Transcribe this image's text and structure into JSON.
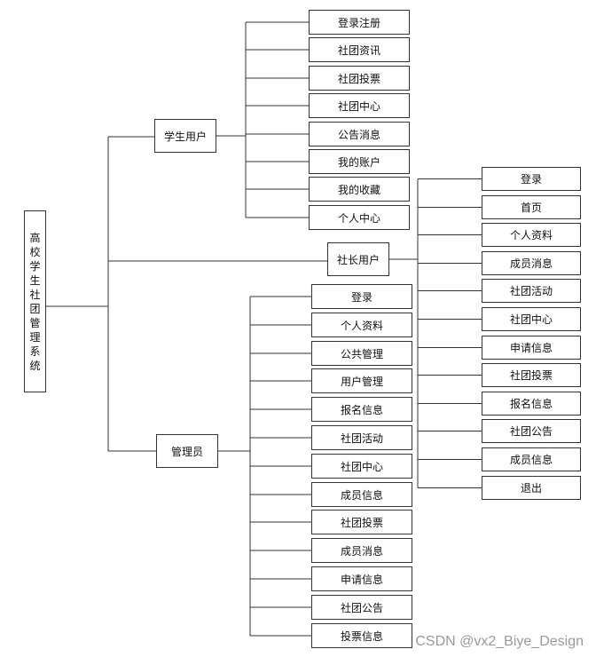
{
  "root": {
    "label": "高校学生社团管理系统"
  },
  "roles": {
    "student": {
      "label": "学生用户",
      "items": [
        "登录注册",
        "社团资讯",
        "社团投票",
        "社团中心",
        "公告消息",
        "我的账户",
        "我的收藏",
        "个人中心"
      ]
    },
    "leader": {
      "label": "社长用户",
      "items": [
        "登录",
        "首页",
        "个人资料",
        "成员消息",
        "社团活动",
        "社团中心",
        "申请信息",
        "社团投票",
        "报名信息",
        "社团公告",
        "成员信息",
        "退出"
      ]
    },
    "admin": {
      "label": "管理员",
      "items": [
        "登录",
        "个人资料",
        "公共管理",
        "用户管理",
        "报名信息",
        "社团活动",
        "社团中心",
        "成员信息",
        "社团投票",
        "成员消息",
        "申请信息",
        "社团公告",
        "投票信息"
      ]
    }
  },
  "watermark": "CSDN @vx2_Biye_Design",
  "colors": {
    "line": "#333333",
    "box_border": "#333333",
    "watermark": "#9a9a9a"
  }
}
